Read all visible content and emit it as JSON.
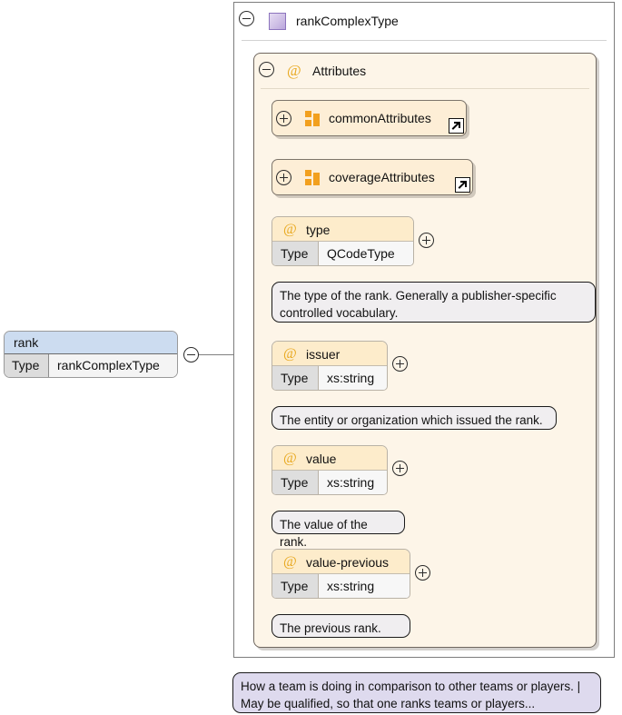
{
  "diagram": {
    "kind": "xml-schema-diagram",
    "root_element": {
      "name": "rank",
      "type_label": "Type",
      "type_value": "rankComplexType",
      "toggle": "minus"
    },
    "complex_type": {
      "title": "rankComplexType",
      "icon": "complextype-icon",
      "toggle": "minus"
    },
    "attributes_panel": {
      "title": "Attributes",
      "at_symbol": "@",
      "toggle": "minus"
    },
    "attribute_groups": [
      {
        "name": "commonAttributes",
        "toggle": "plus",
        "icon": "attribute-group-icon",
        "badge": "external-link-icon"
      },
      {
        "name": "coverageAttributes",
        "toggle": "plus",
        "icon": "attribute-group-icon",
        "badge": "external-link-icon"
      }
    ],
    "attributes": [
      {
        "name": "type",
        "at_symbol": "@",
        "type_label": "Type",
        "type_value": "QCodeType",
        "toggle": "plus",
        "documentation": "The type of the rank. Generally a publisher-specific\ncontrolled vocabulary."
      },
      {
        "name": "issuer",
        "at_symbol": "@",
        "type_label": "Type",
        "type_value": "xs:string",
        "toggle": "plus",
        "documentation": "The entity or organization which issued the rank."
      },
      {
        "name": "value",
        "at_symbol": "@",
        "type_label": "Type",
        "type_value": "xs:string",
        "toggle": "plus",
        "documentation": "The value of the rank."
      },
      {
        "name": "value-previous",
        "at_symbol": "@",
        "type_label": "Type",
        "type_value": "xs:string",
        "toggle": "plus",
        "documentation": "The previous rank."
      }
    ],
    "element_documentation": "How a team is doing in comparison to other teams or players. |\nMay be qualified, so that one ranks teams or players...",
    "colors": {
      "element_header": "#ccdcf0",
      "attribute_header": "#fdeccb",
      "attribute_group_fill": "#fdeed6",
      "attributes_panel_fill": "#fdf5e8",
      "doc_fill": "#f0eef0",
      "element_doc_fill": "#dedaee",
      "at_symbol": "#e8a81f",
      "group_icon": "#f2a01e",
      "complextype_icon": "#b9a5dc",
      "border": "#7d7d7d"
    }
  }
}
